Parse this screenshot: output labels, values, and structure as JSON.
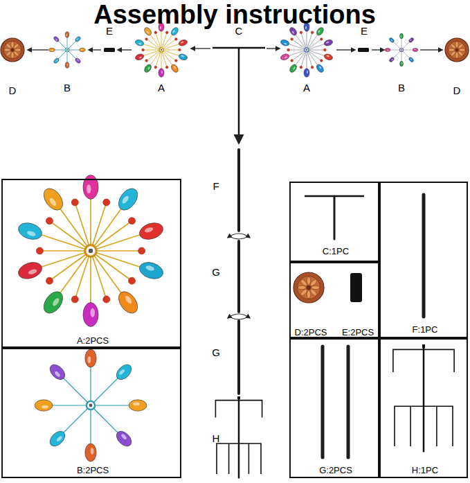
{
  "diagram": {
    "title": "Assembly instructions",
    "nodes": [
      {
        "text": [
          "A:2PCS"
        ]
      },
      {
        "text": [
          "C:1PC"
        ]
      },
      {
        "text": [
          "F:1PC"
        ]
      },
      {
        "text": [
          "D:2PCS",
          "E:2PCS"
        ]
      },
      {
        "text": [
          "B:2PCS"
        ]
      },
      {
        "text": [
          "G:2PCS"
        ]
      },
      {
        "text": [
          "H:1PC"
        ]
      }
    ],
    "labels": [
      "E",
      "C",
      "E",
      "D",
      "B",
      "A",
      "A",
      "B",
      "D",
      "F",
      "G",
      "G",
      "H"
    ]
  }
}
